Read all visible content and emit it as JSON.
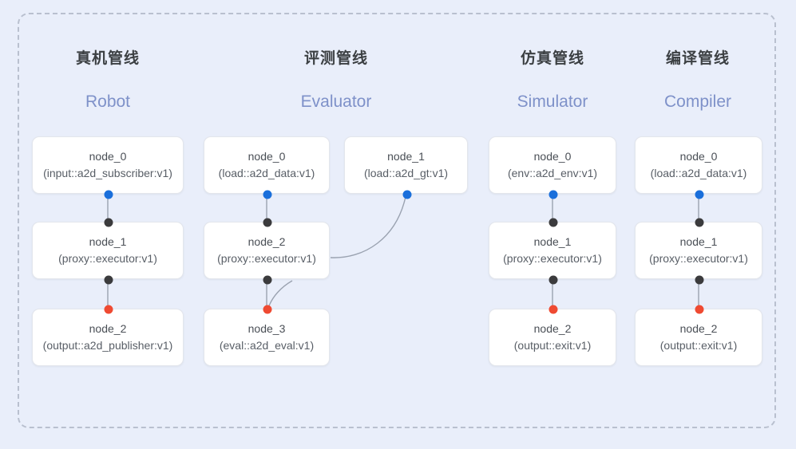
{
  "frame": {
    "border_color": "#b9c0cf",
    "background": "#e9eefa"
  },
  "palette": {
    "accent_blue": "#1a6fdb",
    "accent_red": "#ef4a32",
    "port_black": "#3b3b3d",
    "edge_gray": "#9aa2b0",
    "header_en_color": "#7e91c9",
    "header_cn_color": "#3c4043"
  },
  "columns": [
    {
      "id": "robot",
      "title_cn": "真机管线",
      "title_en": "Robot",
      "nodes": [
        {
          "id": "robot-node-0",
          "name": "node_0",
          "spec": "(input::a2d_subscriber:v1)"
        },
        {
          "id": "robot-node-1",
          "name": "node_1",
          "spec": "(proxy::executor:v1)"
        },
        {
          "id": "robot-node-2",
          "name": "node_2",
          "spec": "(output::a2d_publisher:v1)"
        }
      ]
    },
    {
      "id": "evaluator",
      "title_cn": "评测管线",
      "title_en": "Evaluator",
      "nodes": [
        {
          "id": "eval-node-0",
          "name": "node_0",
          "spec": "(load::a2d_data:v1)"
        },
        {
          "id": "eval-node-1",
          "name": "node_1",
          "spec": "(load::a2d_gt:v1)"
        },
        {
          "id": "eval-node-2",
          "name": "node_2",
          "spec": "(proxy::executor:v1)"
        },
        {
          "id": "eval-node-3",
          "name": "node_3",
          "spec": "(eval::a2d_eval:v1)"
        }
      ]
    },
    {
      "id": "simulator",
      "title_cn": "仿真管线",
      "title_en": "Simulator",
      "nodes": [
        {
          "id": "sim-node-0",
          "name": "node_0",
          "spec": "(env::a2d_env:v1)"
        },
        {
          "id": "sim-node-1",
          "name": "node_1",
          "spec": "(proxy::executor:v1)"
        },
        {
          "id": "sim-node-2",
          "name": "node_2",
          "spec": "(output::exit:v1)"
        }
      ]
    },
    {
      "id": "compiler",
      "title_cn": "编译管线",
      "title_en": "Compiler",
      "nodes": [
        {
          "id": "comp-node-0",
          "name": "node_0",
          "spec": "(load::a2d_data:v1)"
        },
        {
          "id": "comp-node-1",
          "name": "node_1",
          "spec": "(proxy::executor:v1)"
        },
        {
          "id": "comp-node-2",
          "name": "node_2",
          "spec": "(output::exit:v1)"
        }
      ]
    }
  ],
  "ports": {
    "output_blue": "output-port-blue",
    "output_black": "output-port-black",
    "input_black": "input-port-black",
    "input_red": "input-port-red"
  }
}
